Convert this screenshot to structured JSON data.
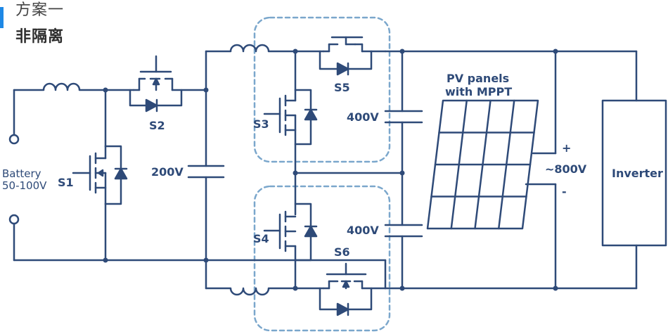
{
  "heading": {
    "line1": "方案一",
    "line2": "非隔离"
  },
  "labels": {
    "battery": "Battery",
    "battery_range": "50-100V",
    "s1": "S1",
    "s2": "S2",
    "s3": "S3",
    "s4": "S4",
    "s5": "S5",
    "s6": "S6",
    "v200": "200V",
    "v400_top": "400V",
    "v400_bottom": "400V",
    "pv_line1": "PV panels",
    "pv_line2": "with MPPT",
    "plus": "+",
    "v800": "~800V",
    "minus": "-",
    "inverter": "Inverter"
  },
  "colors": {
    "wire": "#2e4a78",
    "accent": "#1e88e5",
    "dashed_box": "#7ba7cc"
  }
}
